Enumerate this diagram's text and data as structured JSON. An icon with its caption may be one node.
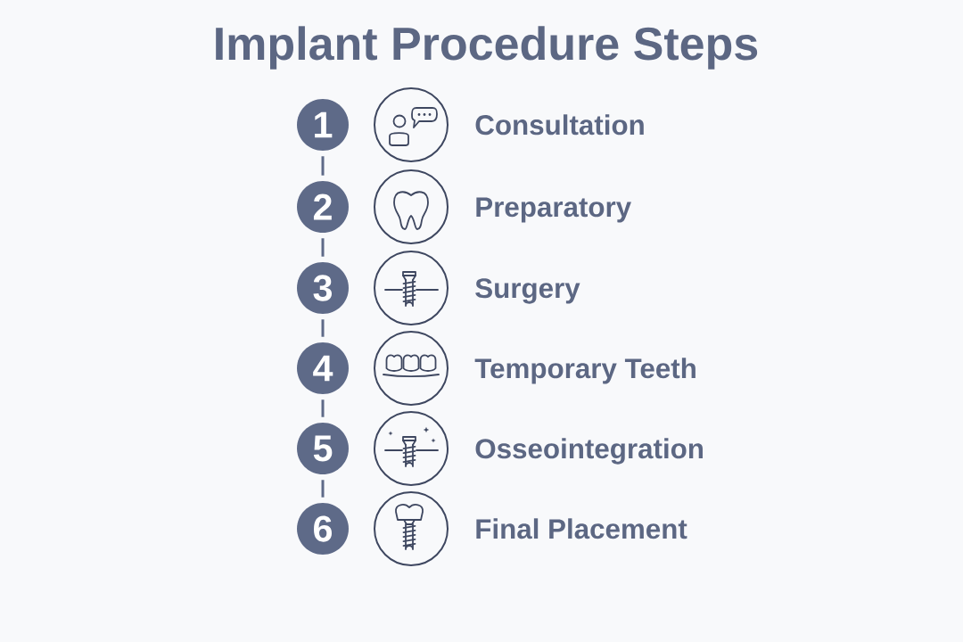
{
  "diagram": {
    "title": "Implant Procedure Steps",
    "nodes": [
      {
        "text": [
          "1"
        ]
      },
      {
        "text": [],
        "shape": "picture",
        "beside": [
          "Consultation"
        ]
      },
      {
        "text": [
          "2"
        ]
      },
      {
        "text": [],
        "shape": "picture",
        "beside": [
          "Preparatory"
        ]
      },
      {
        "text": [
          "3"
        ]
      },
      {
        "text": [],
        "shape": "picture",
        "beside": [
          "Surgery"
        ]
      },
      {
        "text": [
          "4"
        ]
      },
      {
        "text": [],
        "shape": "picture",
        "beside": [
          "Temporary Teeth"
        ]
      },
      {
        "text": [
          "5"
        ]
      },
      {
        "text": [],
        "shape": "picture",
        "beside": [
          "Osseointegration"
        ]
      },
      {
        "text": [
          "6"
        ]
      },
      {
        "text": [],
        "shape": "picture",
        "beside": [
          "Final Placement"
        ]
      }
    ],
    "edges": [
      {
        "from": 0,
        "to": 2,
        "arrow": "none"
      },
      {
        "from": 2,
        "to": 4,
        "arrow": "none"
      },
      {
        "from": 4,
        "to": 6,
        "arrow": "none"
      },
      {
        "from": 6,
        "to": 8,
        "arrow": "none"
      },
      {
        "from": 8,
        "to": 10,
        "arrow": "none"
      }
    ]
  }
}
